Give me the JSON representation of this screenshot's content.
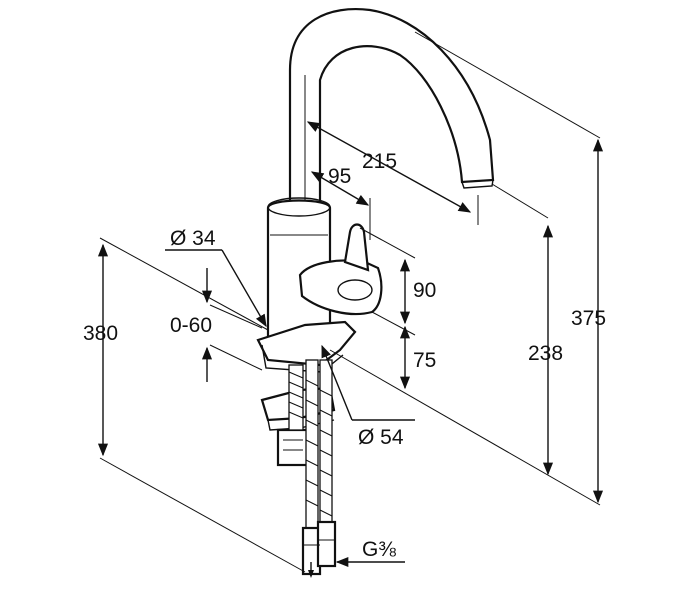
{
  "dimensions": {
    "spout_reach": "215",
    "handle_offset": "95",
    "base_diameter": "Ø 34",
    "mount_diameter": "Ø 54",
    "counter_thickness": "0-60",
    "total_height_left": "380",
    "lever_height": "90",
    "lever_base_height": "75",
    "outlet_height": "238",
    "overall_height": "375",
    "connection_thread": "G⅜"
  },
  "colors": {
    "line": "#111111",
    "background": "#ffffff"
  }
}
